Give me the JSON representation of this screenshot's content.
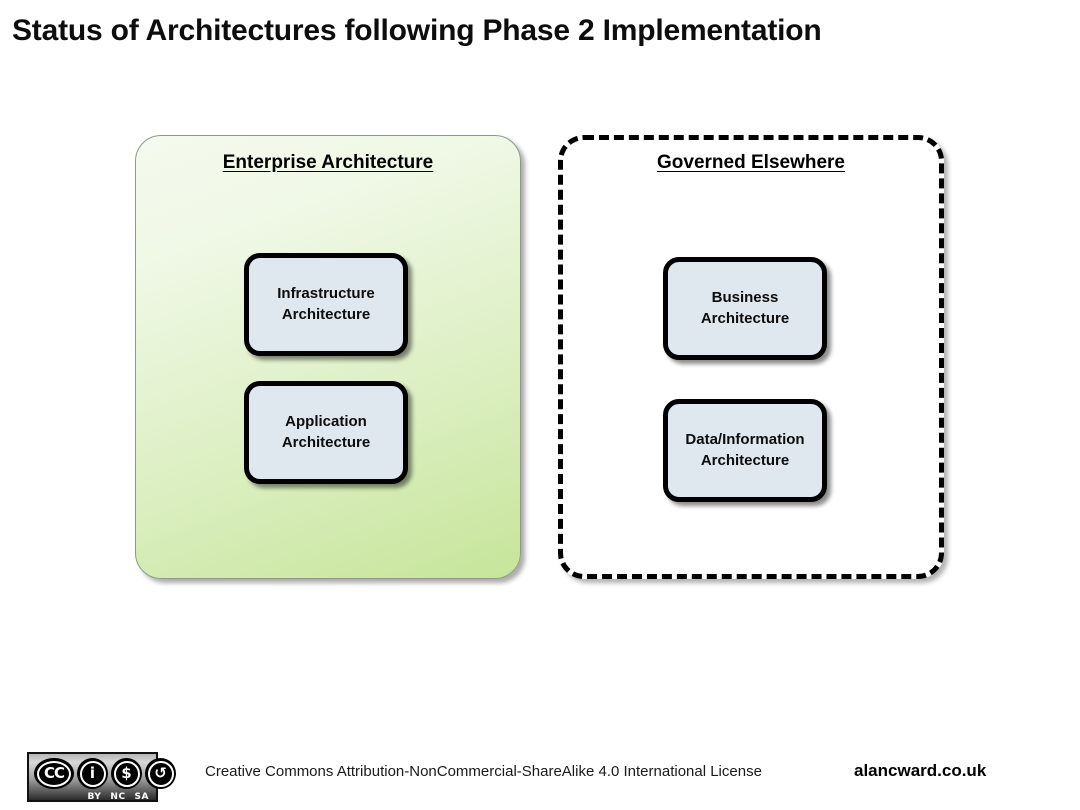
{
  "slide": {
    "title": "Status of Architectures following Phase 2 Implementation"
  },
  "groups": [
    {
      "id": "enterprise",
      "title": "Enterprise Architecture",
      "border_style": "solid",
      "fill_top": "#f2f8ea",
      "fill_bottom": "#c6e59a",
      "boxes": [
        {
          "id": "infrastructure",
          "line1": "Infrastructure",
          "line2": "Architecture"
        },
        {
          "id": "application",
          "line1": "Application",
          "line2": "Architecture"
        }
      ]
    },
    {
      "id": "governed",
      "title": "Governed Elsewhere",
      "border_style": "dashed",
      "fill_top": "#ffffff",
      "fill_bottom": "#ffffff",
      "boxes": [
        {
          "id": "business",
          "line1": "Business",
          "line2": "Architecture"
        },
        {
          "id": "datainfo",
          "line1": "Data/Information",
          "line2": "Architecture"
        }
      ]
    }
  ],
  "box_style": {
    "fill": "#dfe8ef",
    "border": "#000000"
  },
  "footer": {
    "license_text": "Creative Commons Attribution-NonCommercial-ShareAlike 4.0 International License",
    "site": "alancward.co.uk",
    "cc_badge": {
      "icons": [
        "cc-icon",
        "by-person-icon",
        "nc-crossed-dollar-icon",
        "sa-sharealike-icon"
      ],
      "cc_glyph": "CC",
      "by_glyph": "i",
      "nc_glyph": "$",
      "sa_glyph": "↺",
      "labels": [
        "BY",
        "NC",
        "SA"
      ]
    }
  }
}
